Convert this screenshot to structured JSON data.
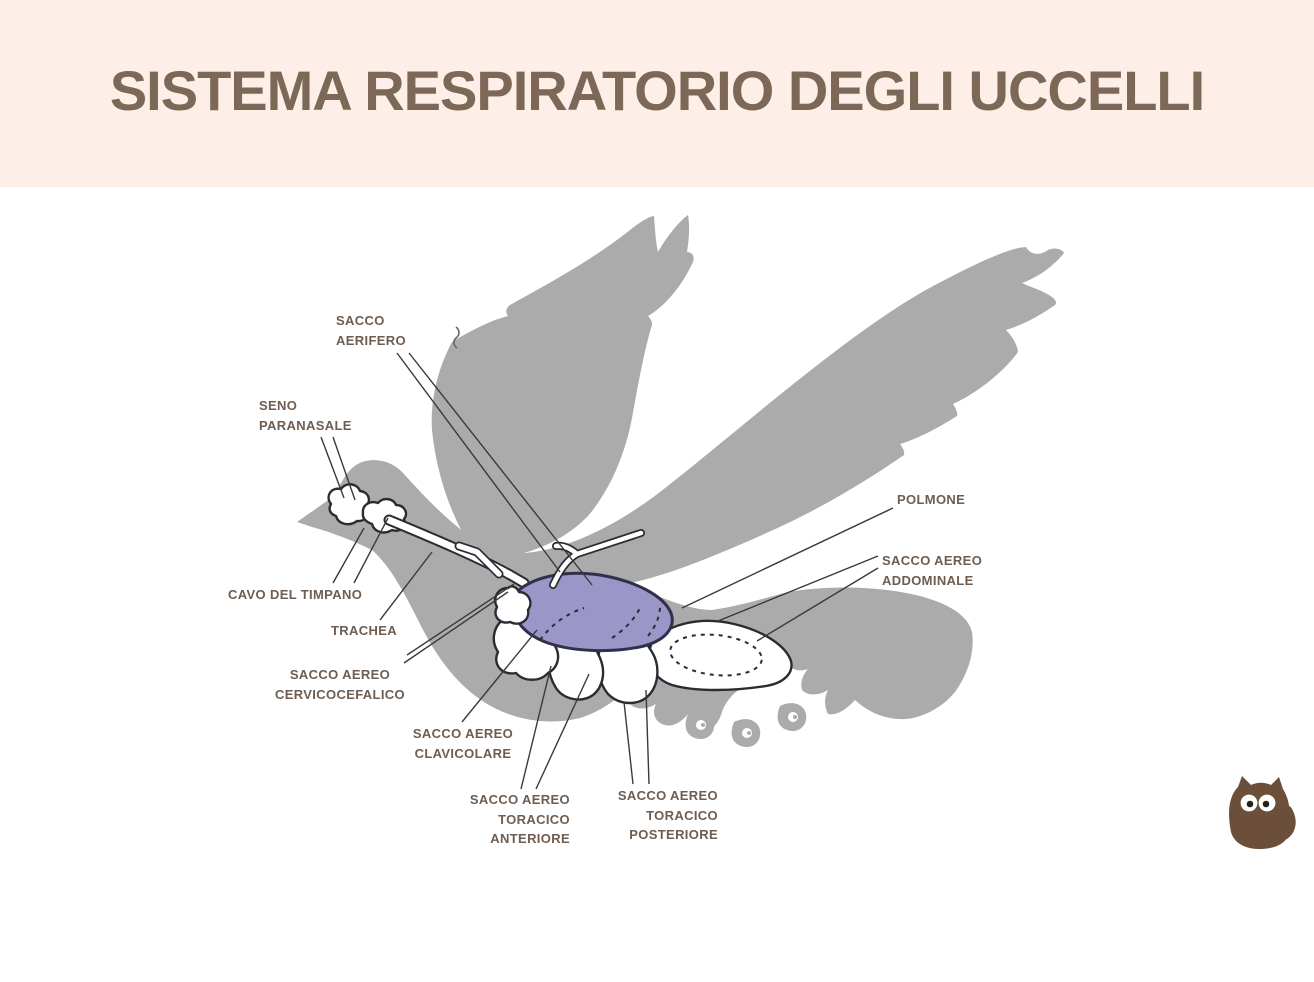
{
  "title": "SISTEMA RESPIRATORIO DEGLI UCCELLI",
  "labels": [
    {
      "id": "sacco-aerifero",
      "text": "SACCO\nAERIFERO"
    },
    {
      "id": "seno-paranasale",
      "text": "SENO\nPARANASALE"
    },
    {
      "id": "cavo-del-timpano",
      "text": "CAVO DEL TIMPANO"
    },
    {
      "id": "trachea",
      "text": "TRACHEA"
    },
    {
      "id": "sacco-aereo-cervicocefalico",
      "text": "SACCO AEREO\nCERVICOCEFALICO"
    },
    {
      "id": "sacco-aereo-clavicolare",
      "text": "SACCO AEREO\nCLAVICOLARE"
    },
    {
      "id": "sacco-aereo-toracico-anteriore",
      "text": "SACCO AEREO\nTORACICO\nANTERIORE"
    },
    {
      "id": "sacco-aereo-toracico-posteriore",
      "text": "SACCO AEREO\nTORACICO\nPOSTERIORE"
    },
    {
      "id": "polmone",
      "text": "POLMONE"
    },
    {
      "id": "sacco-aereo-addominale",
      "text": "SACCO AEREO\nADDOMINALE"
    }
  ],
  "colors": {
    "banner-bg": "#fdeee8",
    "title-color": "#7d6757",
    "label-color": "#6e5d50",
    "bird-gray": "#ababab",
    "lung-purple": "#9b96c8",
    "outline-dark": "#2b2b33",
    "leader-line": "#3a3a3a",
    "mascot-brown": "#6b4f3a",
    "canvas-bg": "#ffffff"
  }
}
